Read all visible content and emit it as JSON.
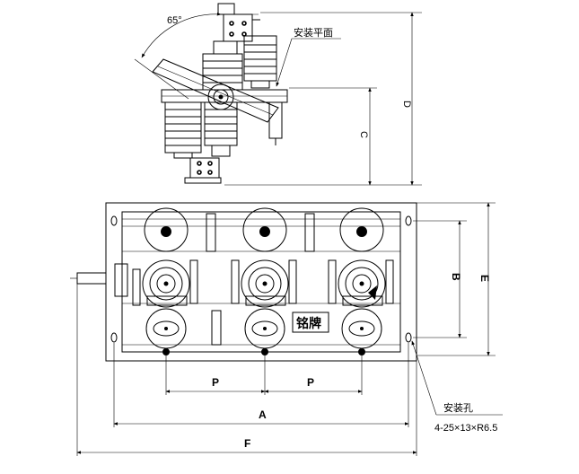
{
  "angle_label": "65°",
  "mounting_plane_label": "安装平面",
  "dim_labels": {
    "d": "D",
    "c": "C",
    "b": "B",
    "e": "E",
    "p_left": "P",
    "p_right": "P",
    "a": "A",
    "f": "F"
  },
  "nameplate_label": "铭牌",
  "mounting_hole_label": "安装孔",
  "mounting_hole_spec": "4-25×13×R6.5"
}
